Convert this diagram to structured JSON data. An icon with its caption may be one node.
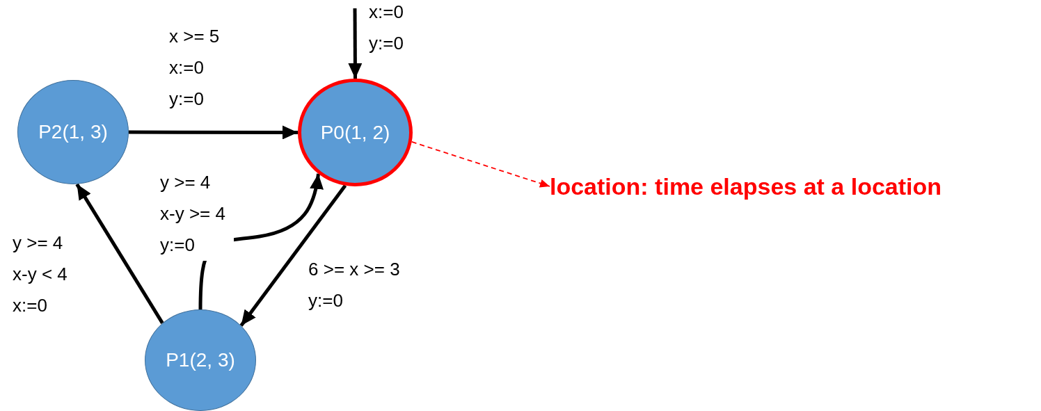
{
  "diagram": {
    "nodes": [
      {
        "text": [
          "P2(1, 3)"
        ]
      },
      {
        "text": [
          "P0(1, 2)"
        ]
      },
      {
        "text": [
          "P1(2, 3)"
        ]
      },
      {
        "text": [
          "location: time elapses at a location"
        ]
      }
    ],
    "edges": [
      {
        "from": null,
        "to": 1,
        "arrow": "to",
        "label": "x:=0 y:=0"
      },
      {
        "from": 0,
        "to": 1,
        "arrow": "to",
        "label": "x >= 5 x:=0 y:=0"
      },
      {
        "from": 1,
        "to": 2,
        "arrow": "to",
        "label": "6 >= x >= 3 y:=0"
      },
      {
        "from": 2,
        "to": 0,
        "arrow": "to",
        "label": "y >= 4 x-y < 4 x:=0"
      },
      {
        "from": 2,
        "to": 1,
        "arrow": "to",
        "label": "y >= 4 x-y >= 4 y:=0"
      },
      {
        "from": 1,
        "to": 3,
        "arrow": "to",
        "style": "dashed",
        "color": "#ff0000"
      }
    ]
  }
}
